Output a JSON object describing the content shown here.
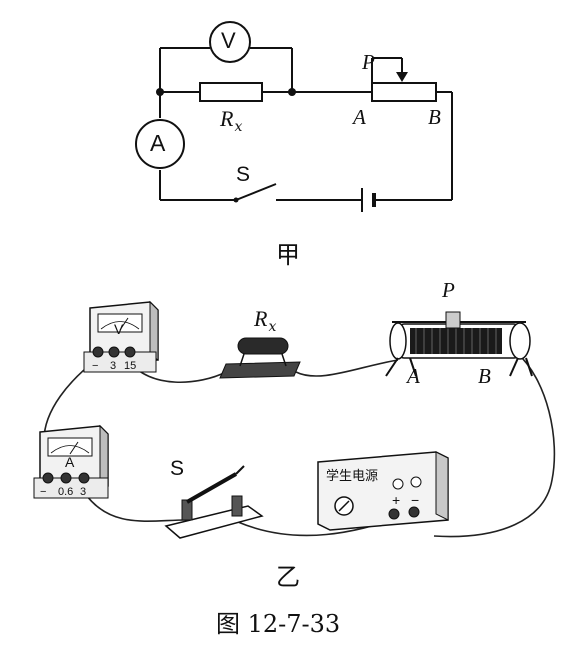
{
  "schematic": {
    "voltmeter_symbol": "V",
    "ammeter_symbol": "A",
    "resistor_label": "R",
    "resistor_subscript": "x",
    "slider_label": "P",
    "end_a_label": "A",
    "end_b_label": "B",
    "switch_label": "S",
    "caption": "甲"
  },
  "physical": {
    "voltmeter_letter": "V",
    "voltmeter_terminals": [
      "−",
      "3",
      "15"
    ],
    "ammeter_letter": "A",
    "ammeter_terminals": [
      "−",
      "0.6",
      "3"
    ],
    "resistor_label": "R",
    "resistor_subscript": "x",
    "slider_label": "P",
    "end_a_label": "A",
    "end_b_label": "B",
    "switch_label": "S",
    "power_supply_label": "学生电源",
    "supply_plus": "+",
    "supply_minus": "−",
    "caption": "乙"
  },
  "figure_caption": "图 12-7-33"
}
